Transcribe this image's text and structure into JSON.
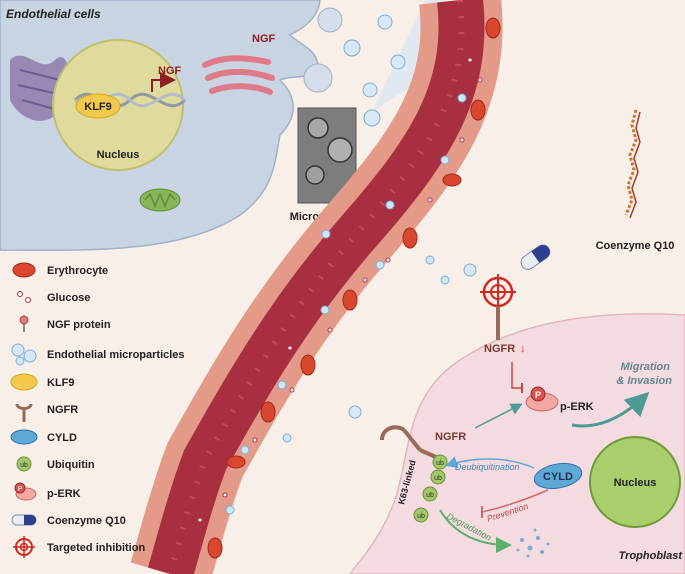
{
  "endothelial": {
    "title": "Endothelial cells",
    "nucleus_label": "Nucleus",
    "klf9_label": "KLF9",
    "ngf_gene_label": "NGF",
    "ngf_golgi_label": "NGF"
  },
  "microparticles_label": "Microparticles",
  "coq10_label": "Coenzyme Q10",
  "trophoblast": {
    "title": "Trophoblast",
    "ngfr_top_label": "NGFR",
    "ngfr_top_arrow": "↓",
    "ngfr_receptor_label": "NGFR",
    "perk_label": "p-ERK",
    "p_label": "P",
    "migration_label_line1": "Migration",
    "migration_label_line2": "& Invasion",
    "cyld_label": "CYLD",
    "nucleus_label": "Nucleus",
    "deubiquitination_label": "Deubiquitination",
    "prevention_label": "Prevention",
    "degradation_label": "Degradation",
    "k63_label": "K63-linked",
    "ub_label": "ub"
  },
  "legend": {
    "items": [
      {
        "label": "Erythrocyte",
        "icon": "erythrocyte-icon"
      },
      {
        "label": "Glucose",
        "icon": "glucose-icon"
      },
      {
        "label": "NGF protein",
        "icon": "ngf-protein-icon"
      },
      {
        "label": "Endothelial microparticles",
        "icon": "microparticle-icon"
      },
      {
        "label": "KLF9",
        "icon": "klf9-icon"
      },
      {
        "label": "NGFR",
        "icon": "ngfr-icon"
      },
      {
        "label": "CYLD",
        "icon": "cyld-icon"
      },
      {
        "label": "Ubiquitin",
        "icon": "ubiquitin-icon"
      },
      {
        "label": "p-ERK",
        "icon": "perk-icon"
      },
      {
        "label": "Coenzyme Q10",
        "icon": "coq10-icon"
      },
      {
        "label": "Targeted inhibition",
        "icon": "target-icon"
      }
    ],
    "ub_icon_text": "ub",
    "p_icon_text": "P"
  },
  "colors": {
    "background": "#f8efe9",
    "endothelial_cell": "#c9d4e2",
    "nucleus": "#dedb9c",
    "vessel_wall": "#e39a88",
    "vessel_lumen": "#a82f3f",
    "erythrocyte": "#d9472f",
    "trophoblast": "#f4dbe0",
    "cyld": "#5ea8d8",
    "ubiquitin": "#a3c86b",
    "target": "#d2291f",
    "ngfr": "#9a6a58",
    "arrow_teal": "#4f9a94"
  }
}
